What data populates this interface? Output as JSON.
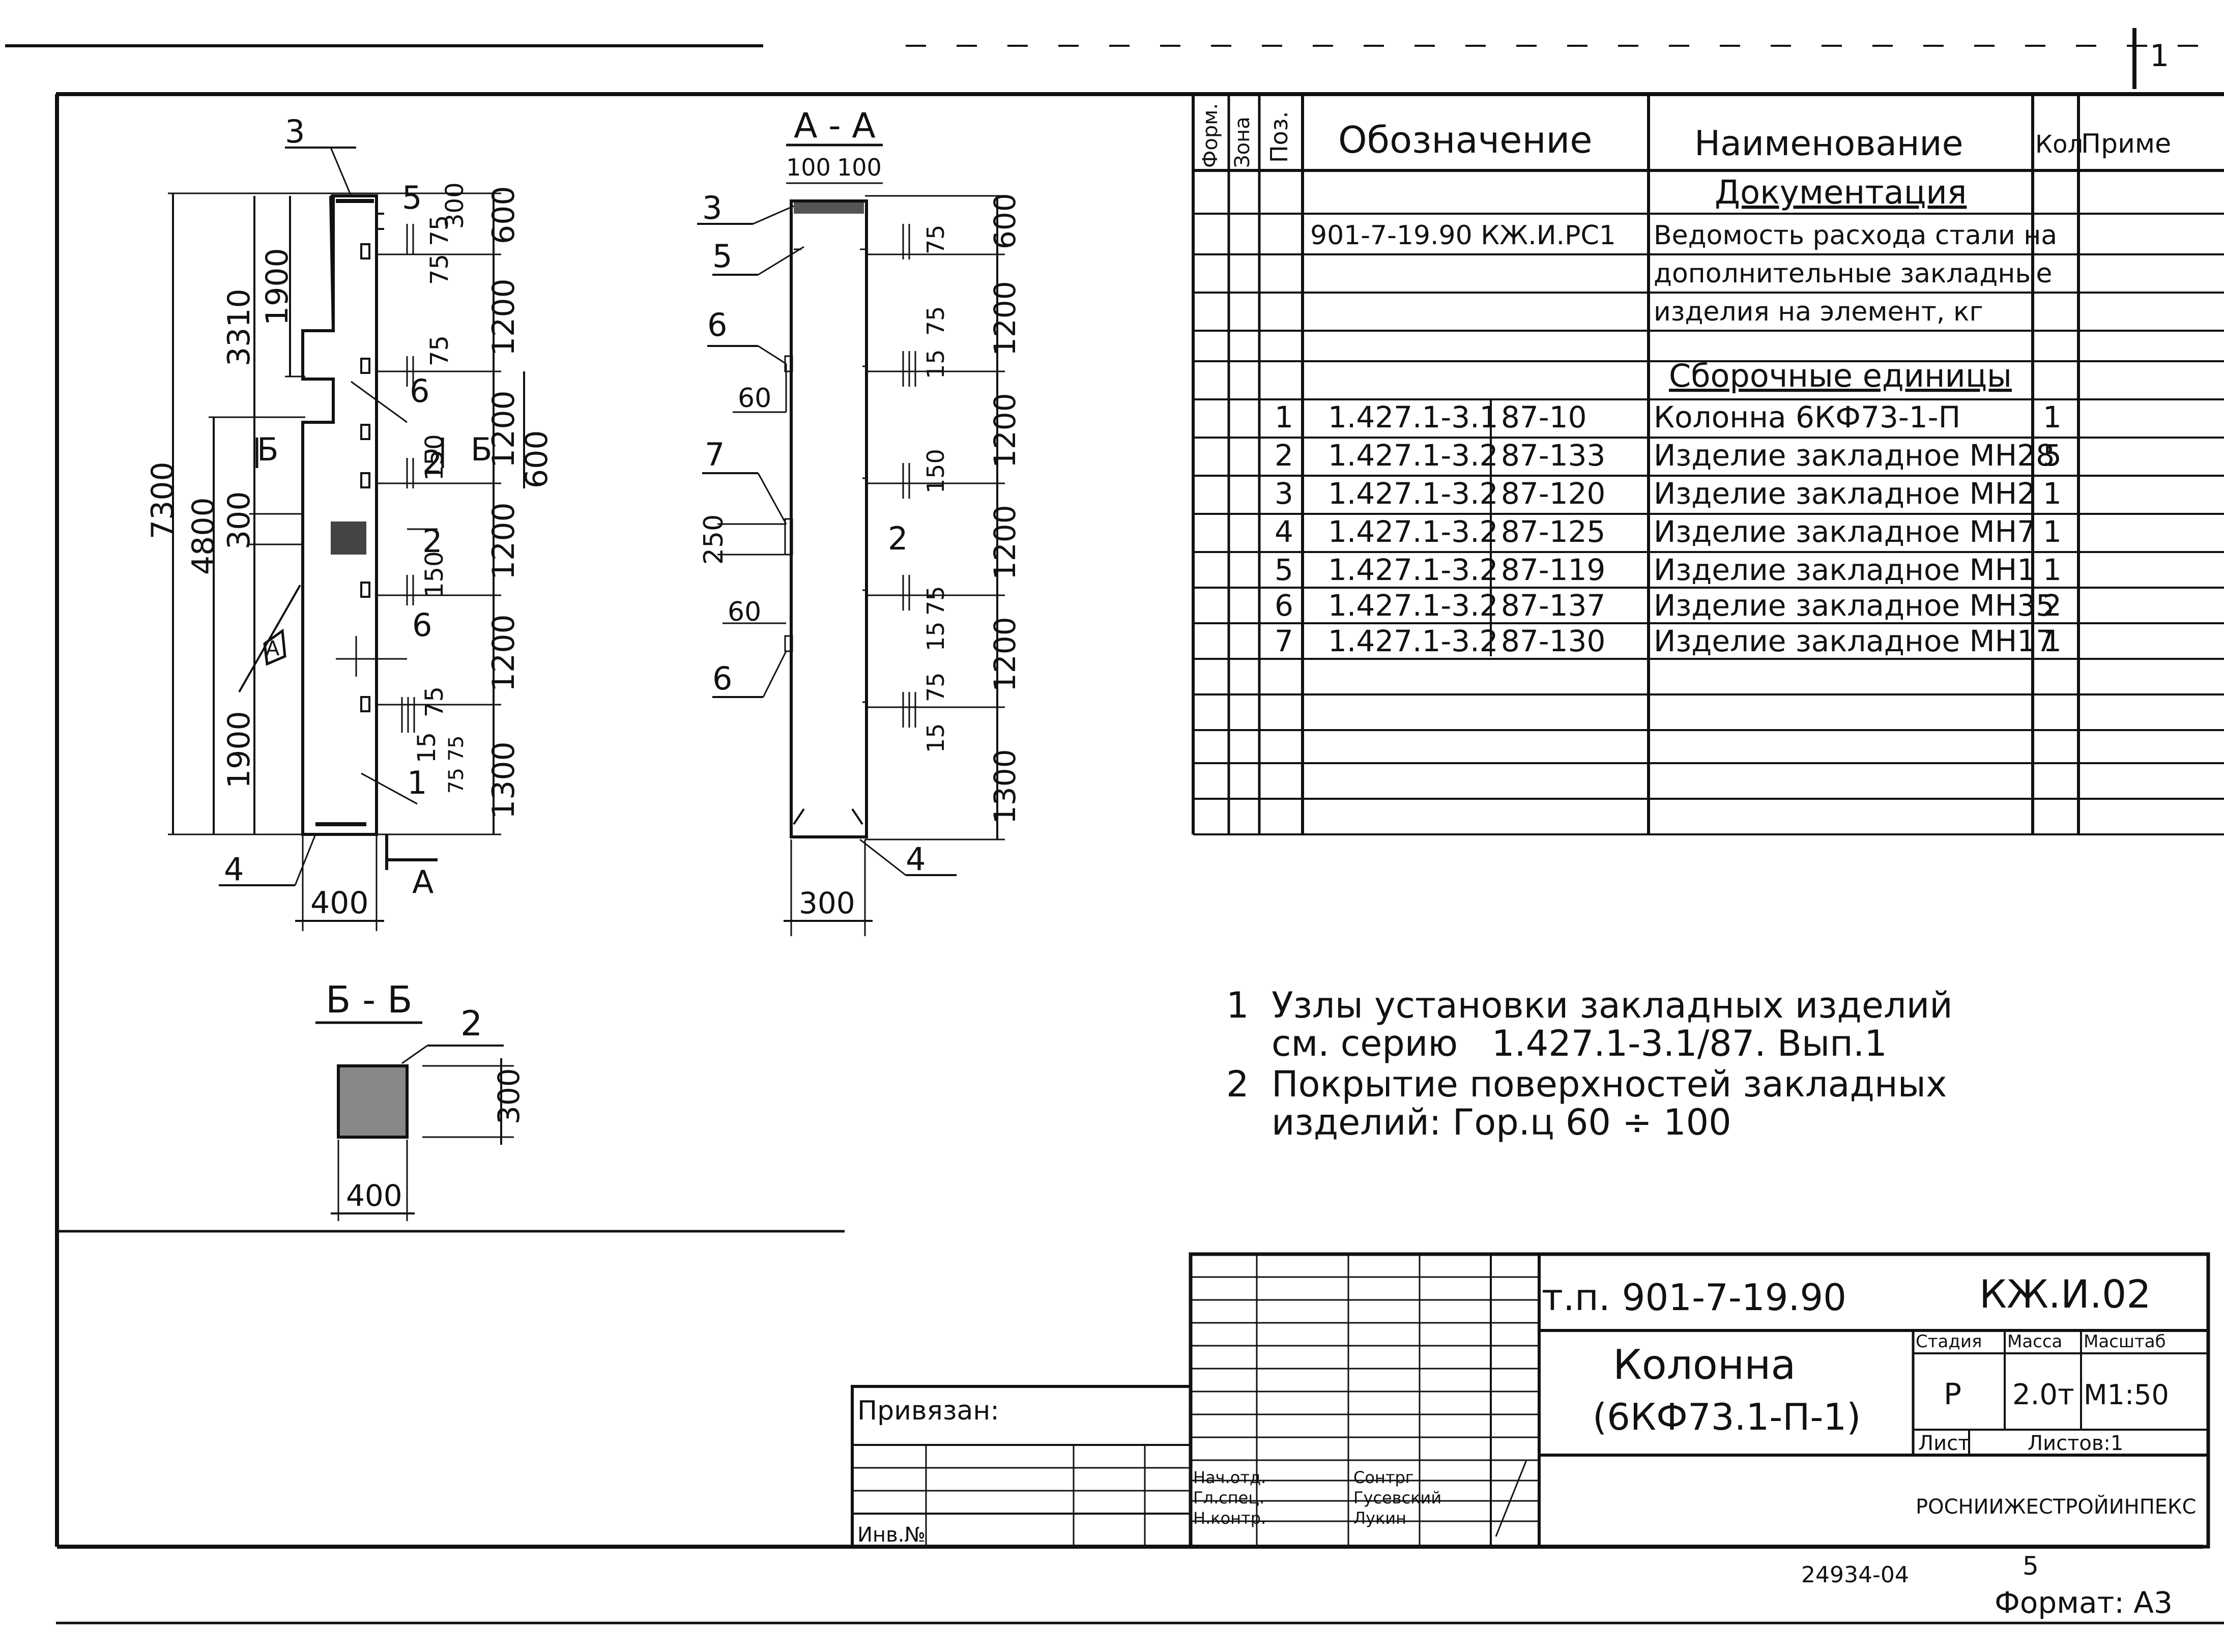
{
  "sheet_number": "1",
  "drawings": {
    "main_view": {
      "labels": {
        "pos3": "3",
        "pos4": "4",
        "pos5": "5",
        "pos6a": "6",
        "pos6b": "6",
        "pos1": "1",
        "pos2a": "2",
        "pos2b": "2",
        "section_mark_b1": "Б",
        "section_mark_b2": "Б",
        "section_mark_a_circle": "А",
        "section_a_arrow": "А"
      },
      "dims": {
        "d7300": "7300",
        "d4800": "4800",
        "d3310": "3310",
        "d1900_top": "1900",
        "d300": "300",
        "d1900_bottom": "1900",
        "d400": "400",
        "d600_top": "600",
        "d1200_1": "1200",
        "d1200_2": "1200",
        "d1200_3": "1200",
        "d1200_4": "1200",
        "d1300": "1300",
        "d600_right": "600",
        "d300_top": "300",
        "d75_75": "75 75",
        "d75_a": "75",
        "d150_a": "150",
        "d150_b": "150",
        "d75_b": "75",
        "d15": "15",
        "d75_pair": "75 75"
      }
    },
    "section_aa": {
      "title": "А - А",
      "labels": {
        "pos3": "3",
        "pos5": "5",
        "pos6a": "6",
        "pos7": "7",
        "pos6b": "6",
        "pos4": "4",
        "pos2": "2"
      },
      "dims": {
        "d100a": "100",
        "d100b": "100",
        "d60a": "60",
        "d250": "250",
        "d60b": "60",
        "d300": "300",
        "d600": "600",
        "d1200_1": "1200",
        "d1200_2": "1200",
        "d1200_3": "1200",
        "d1200_4": "1200",
        "d1300": "1300",
        "d75_1": "75",
        "d75_2": "75",
        "d15_1": "15",
        "d150": "150",
        "d75_3": "75",
        "d15_2": "15",
        "d75_4": "75",
        "d15_3": "15"
      }
    },
    "section_bb": {
      "title": "Б - Б",
      "labels": {
        "pos2": "2"
      },
      "dims": {
        "d300": "300",
        "d400": "400"
      }
    }
  },
  "spec_table": {
    "headers": {
      "format": "Форм.",
      "zone": "Зона",
      "pos": "Поз.",
      "designation": "Обозначение",
      "name": "Наименование",
      "qty": "Кол",
      "note": "Приме"
    },
    "section_documentation": "Документация",
    "doc_row": {
      "designation": "901-7-19.90     КЖ.И.РС1",
      "name_lines": [
        "Ведомость расхода стали на",
        "дополнительные закладные",
        "изделия на элемент, кг"
      ]
    },
    "section_assembly": "Сборочные единицы",
    "rows": [
      {
        "pos": "1",
        "series": "1.427.1-3.1",
        "issue": "87-10",
        "name": "Колонна 6КФ73-1-П",
        "qty": "1"
      },
      {
        "pos": "2",
        "series": "1.427.1-3.2",
        "issue": "87-133",
        "name": "Изделие закладное МН28",
        "qty": "5"
      },
      {
        "pos": "3",
        "series": "1.427.1-3.2",
        "issue": "87-120",
        "name": "Изделие закладное МН2",
        "qty": "1"
      },
      {
        "pos": "4",
        "series": "1.427.1-3.2",
        "issue": "87-125",
        "name": "Изделие закладное МН7",
        "qty": "1"
      },
      {
        "pos": "5",
        "series": "1.427.1-3.2",
        "issue": "87-119",
        "name": "Изделие закладное МН1",
        "qty": "1"
      },
      {
        "pos": "6",
        "series": "1.427.1-3.2",
        "issue": "87-137",
        "name": "Изделие закладное МН35",
        "qty": "2"
      },
      {
        "pos": "7",
        "series": "1.427.1-3.2",
        "issue": "87-130",
        "name": "Изделие закладное МН17",
        "qty": "1"
      }
    ]
  },
  "notes": [
    "1  Узлы установки закладных изделий",
    "    см. серию   1.427.1-3.1/87. Вып.1",
    "2  Покрытие поверхностей закладных",
    "    изделий: Гор.ц 60 ÷ 100"
  ],
  "title_block": {
    "project": "т.п. 901-7-19.90",
    "code": "КЖ.И.02",
    "title_line1": "Колонна",
    "title_line2": "(6КФ73.1-П-1)",
    "stage_header": "Стадия",
    "mass_header": "Масса",
    "scale_header": "Масштаб",
    "stage": "Р",
    "mass": "2.0т",
    "scale": "М1:50",
    "sheet_label": "Лист",
    "sheets_label": "Листов:1",
    "organization": "РОСНИИЖЕСТРОЙИНПЕКС",
    "attached_label": "Привязан:",
    "inv_label": "Инв.№",
    "sign_lines": [
      "Нач.отд.",
      "Гл.спец.",
      "Н.контр."
    ],
    "sign_lines2": [
      "Сонтрг",
      "Гусевский",
      "Лукин"
    ]
  },
  "footer": {
    "archive_number": "24934-04",
    "page": "5",
    "format": "Формат: А3"
  }
}
